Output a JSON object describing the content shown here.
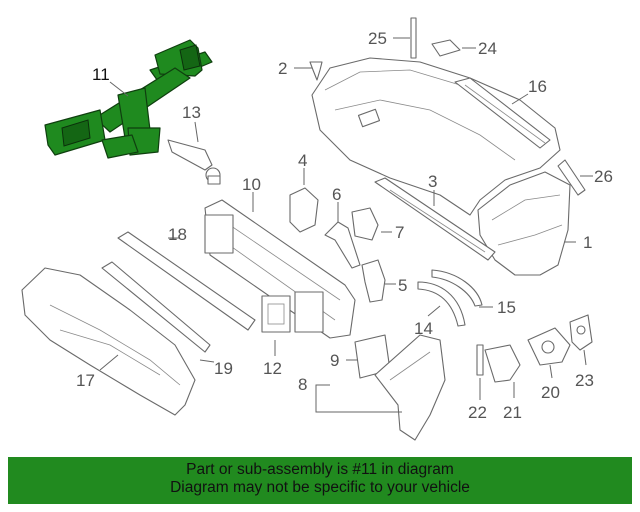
{
  "diagram": {
    "highlighted_part": "11",
    "highlight_color": "#1f8a1f",
    "callouts": [
      "1",
      "2",
      "3",
      "4",
      "5",
      "6",
      "7",
      "8",
      "9",
      "10",
      "11",
      "12",
      "13",
      "14",
      "15",
      "16",
      "17",
      "18",
      "19",
      "20",
      "21",
      "22",
      "23",
      "24",
      "25",
      "26"
    ]
  },
  "banner": {
    "line1": "Part or sub-assembly is #11 in diagram",
    "line2": "Diagram may not be specific to your vehicle",
    "background": "#218a1f"
  }
}
